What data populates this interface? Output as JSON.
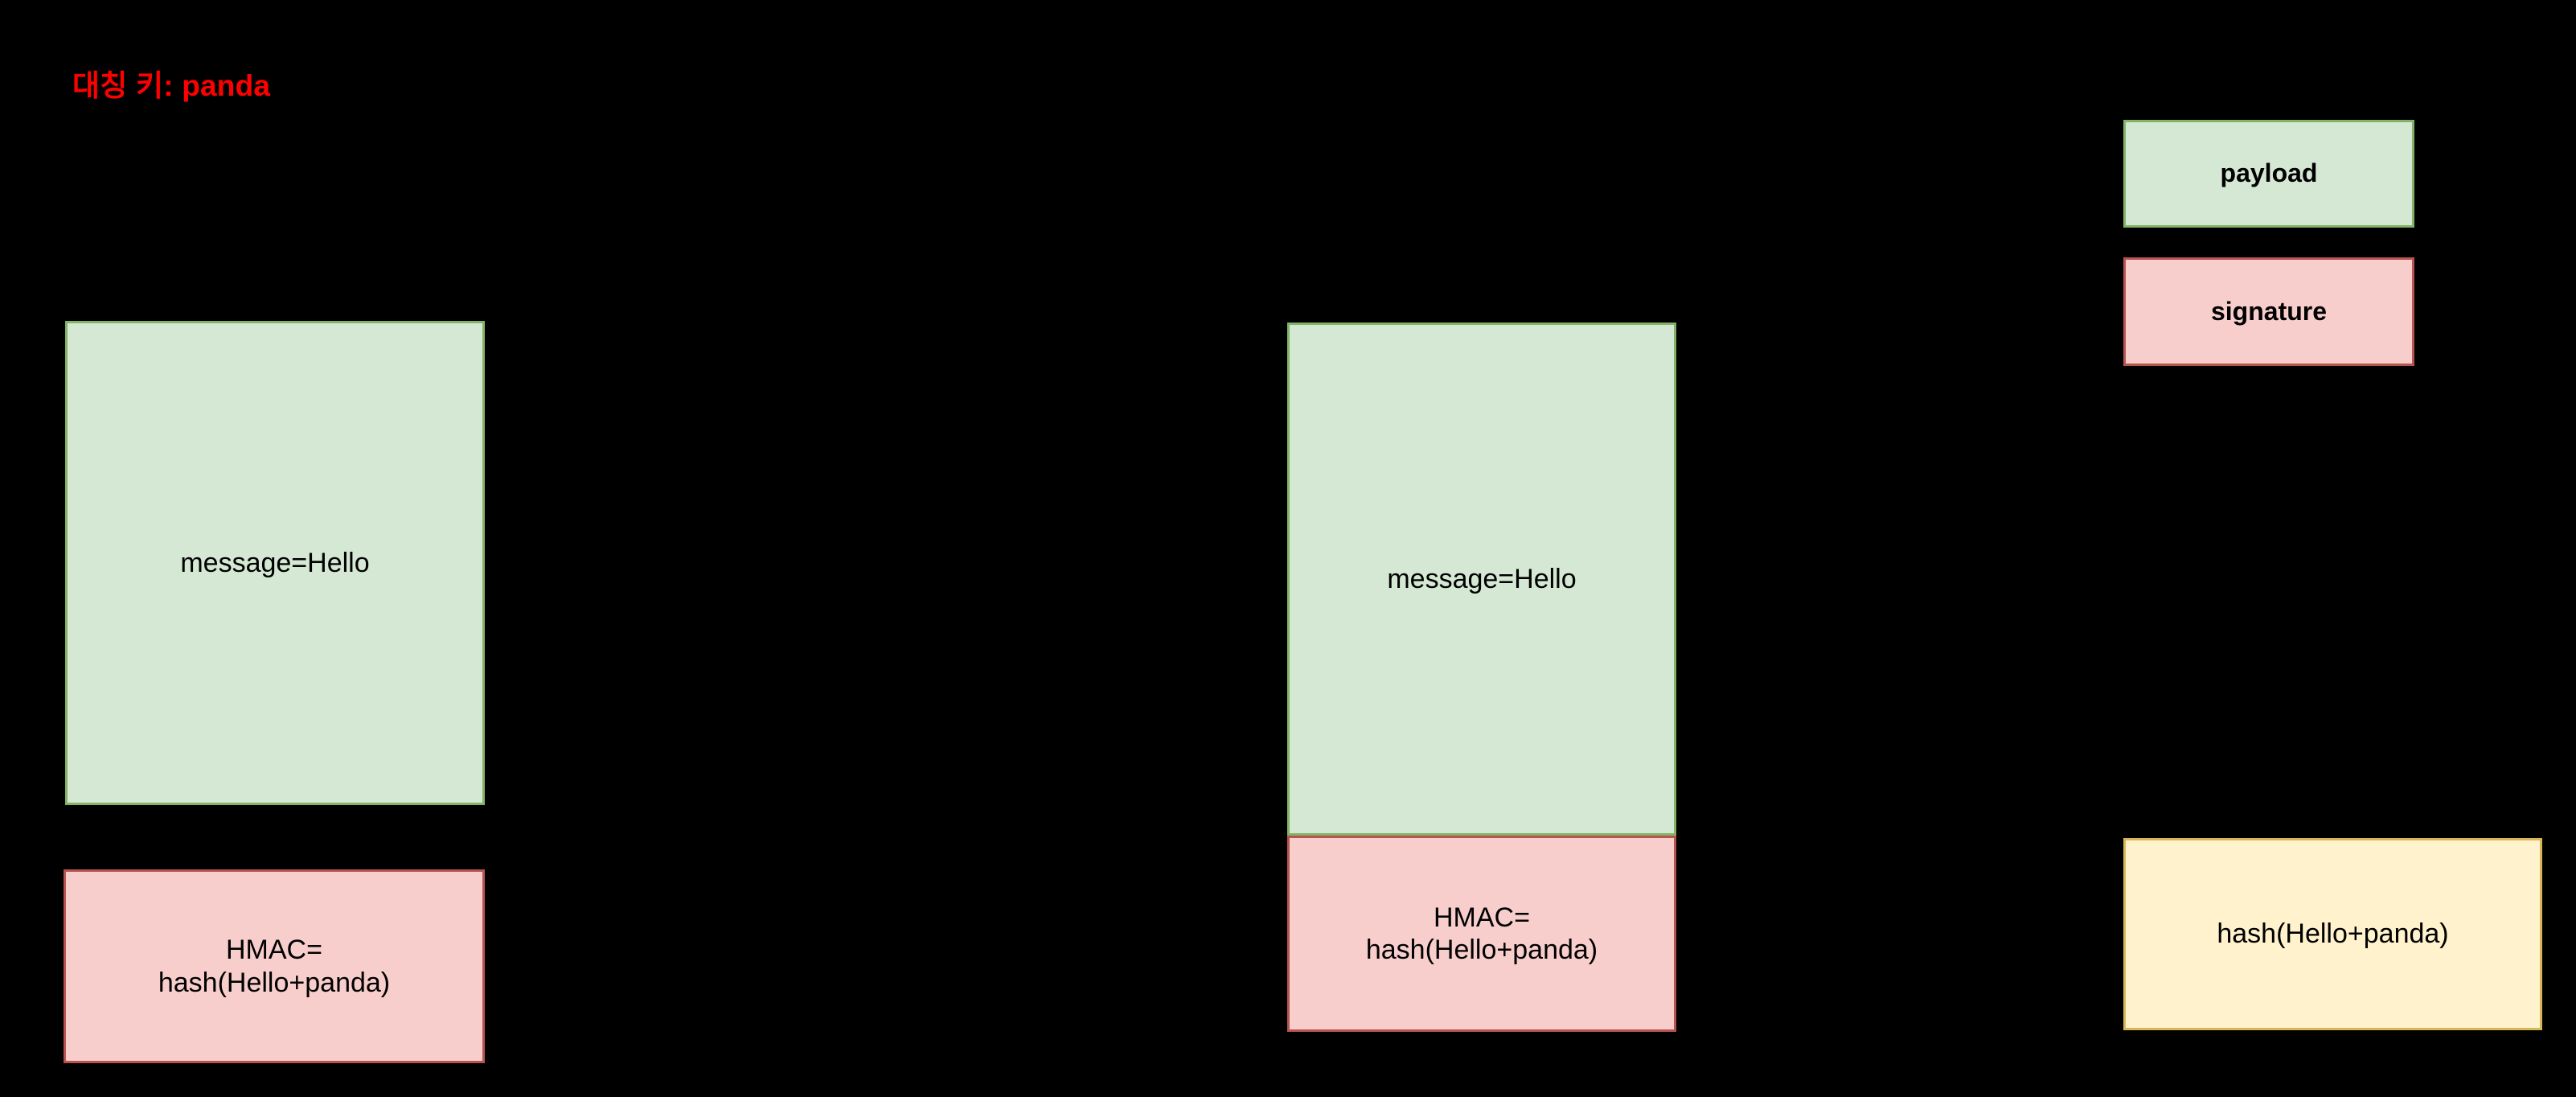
{
  "diagram": {
    "title": "대칭 키: panda",
    "title_color": "#ff0000",
    "background_color": "#000000",
    "palette": {
      "green_fill": "#d5e8d4",
      "green_stroke": "#82b366",
      "pink_fill": "#f8cecc",
      "pink_stroke": "#b85450",
      "yellow_fill": "#fff2cc",
      "yellow_stroke": "#d6b656"
    },
    "sender": {
      "message_box": "message=Hello",
      "hmac_box": "HMAC=\nhash(Hello+panda)"
    },
    "receiver": {
      "message_box": "message=Hello",
      "hmac_box": "HMAC=\nhash(Hello+panda)"
    },
    "legend": {
      "payload_box": "payload",
      "signature_box": "signature"
    },
    "verify": {
      "hash_box": "hash(Hello+panda)"
    }
  }
}
